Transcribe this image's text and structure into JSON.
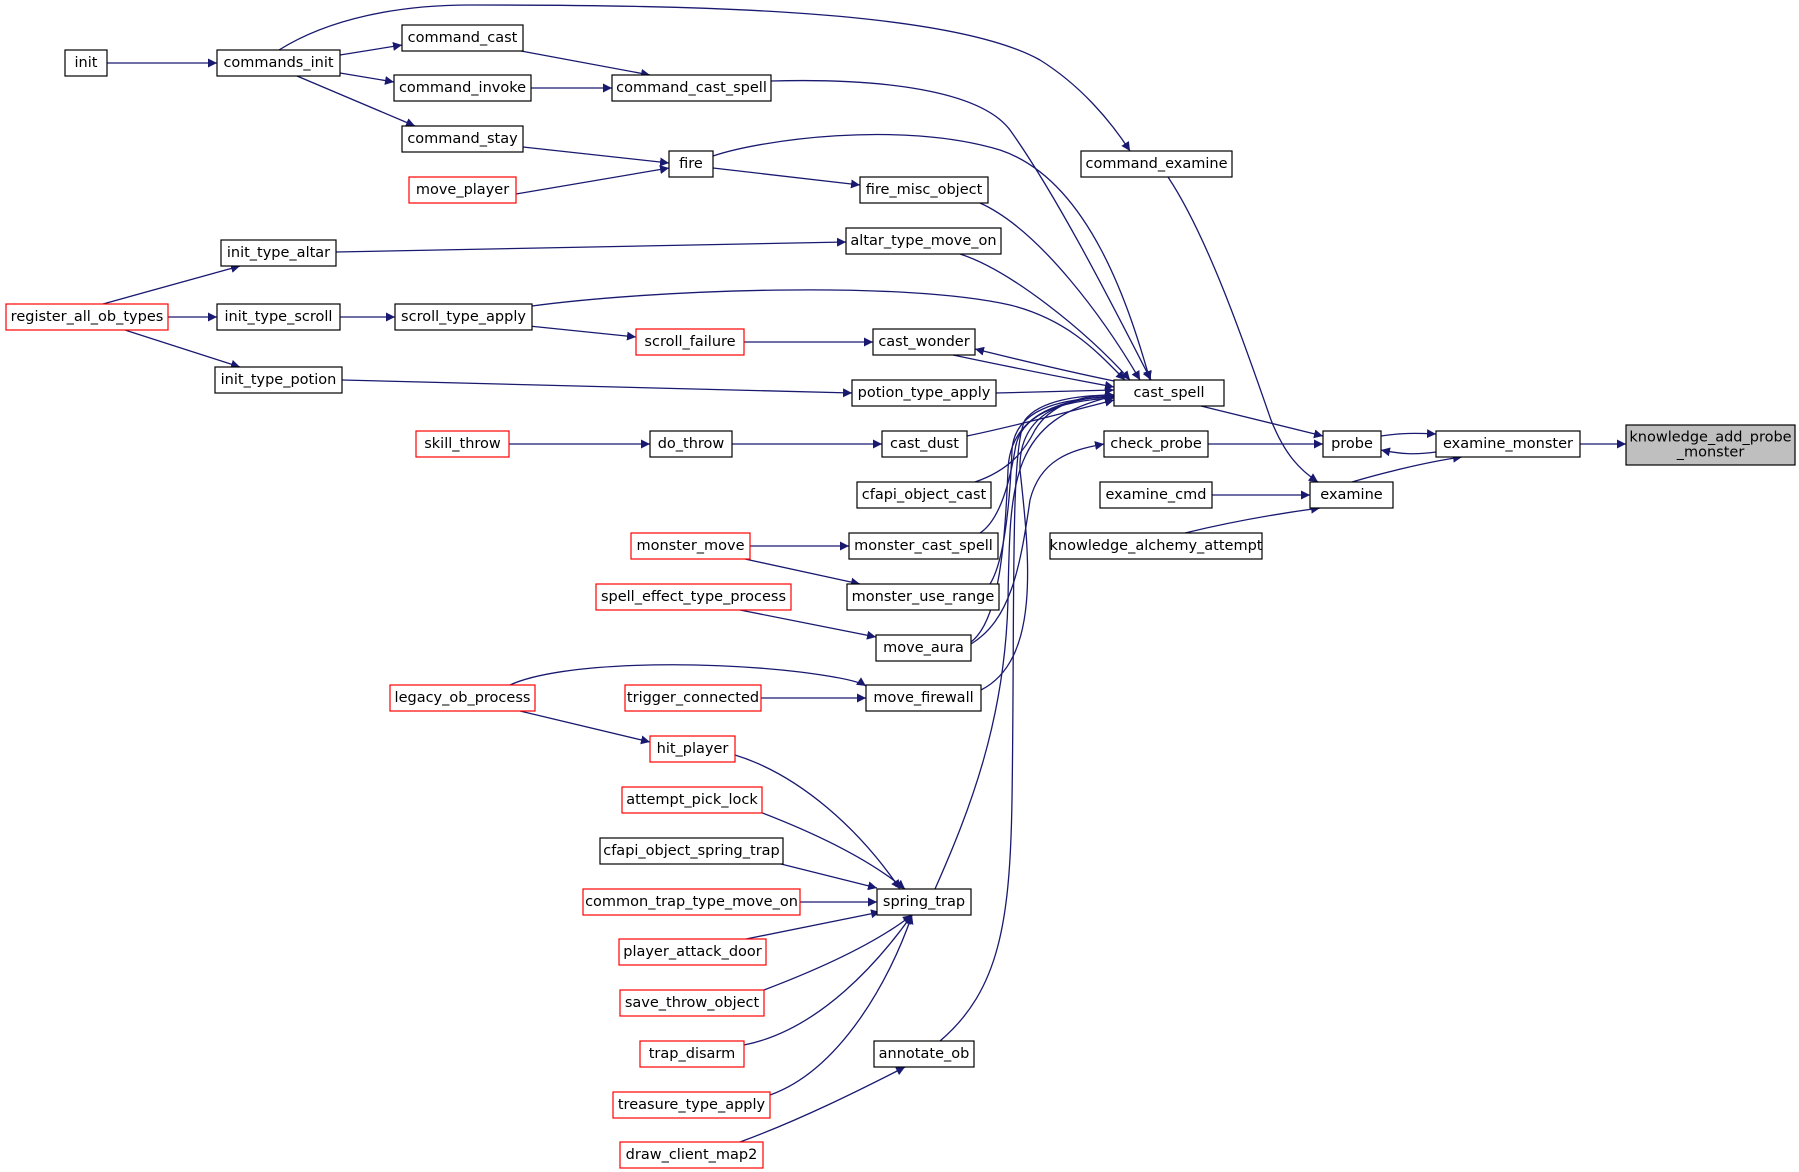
{
  "colors": {
    "edge": "#191970",
    "node_border": "#000000",
    "truncated_node_border": "#ff0000",
    "focus_fill": "#bfbfbf",
    "background": "#ffffff"
  },
  "nodes": {
    "kapm": {
      "label": "knowledge_add_probe\n_monster",
      "style": "focus"
    },
    "exmon": {
      "label": "examine_monster",
      "style": "normal"
    },
    "probe": {
      "label": "probe",
      "style": "normal"
    },
    "examine": {
      "label": "examine",
      "style": "normal"
    },
    "cast_spell": {
      "label": "cast_spell",
      "style": "normal"
    },
    "check_probe": {
      "label": "check_probe",
      "style": "normal"
    },
    "examine_cmd": {
      "label": "examine_cmd",
      "style": "normal"
    },
    "kaa": {
      "label": "knowledge_alchemy_attempt",
      "style": "normal"
    },
    "command_examine": {
      "label": "command_examine",
      "style": "normal"
    },
    "commands_init": {
      "label": "commands_init",
      "style": "normal"
    },
    "init": {
      "label": "init",
      "style": "normal"
    },
    "command_cast": {
      "label": "command_cast",
      "style": "normal"
    },
    "command_invoke": {
      "label": "command_invoke",
      "style": "normal"
    },
    "command_cast_spell": {
      "label": "command_cast_spell",
      "style": "normal"
    },
    "command_stay": {
      "label": "command_stay",
      "style": "normal"
    },
    "fire": {
      "label": "fire",
      "style": "normal"
    },
    "move_player": {
      "label": "move_player",
      "style": "truncated"
    },
    "fire_misc_object": {
      "label": "fire_misc_object",
      "style": "normal"
    },
    "init_type_altar": {
      "label": "init_type_altar",
      "style": "normal"
    },
    "altar_type_move_on": {
      "label": "altar_type_move_on",
      "style": "normal"
    },
    "register_all_ob_types": {
      "label": "register_all_ob_types",
      "style": "truncated"
    },
    "init_type_scroll": {
      "label": "init_type_scroll",
      "style": "normal"
    },
    "scroll_type_apply": {
      "label": "scroll_type_apply",
      "style": "normal"
    },
    "scroll_failure": {
      "label": "scroll_failure",
      "style": "truncated"
    },
    "cast_wonder": {
      "label": "cast_wonder",
      "style": "normal"
    },
    "init_type_potion": {
      "label": "init_type_potion",
      "style": "normal"
    },
    "potion_type_apply": {
      "label": "potion_type_apply",
      "style": "normal"
    },
    "skill_throw": {
      "label": "skill_throw",
      "style": "truncated"
    },
    "do_throw": {
      "label": "do_throw",
      "style": "normal"
    },
    "cast_dust": {
      "label": "cast_dust",
      "style": "normal"
    },
    "cfapi_object_cast": {
      "label": "cfapi_object_cast",
      "style": "normal"
    },
    "monster_move": {
      "label": "monster_move",
      "style": "truncated"
    },
    "monster_cast_spell": {
      "label": "monster_cast_spell",
      "style": "normal"
    },
    "spell_effect_type_process": {
      "label": "spell_effect_type_process",
      "style": "truncated"
    },
    "monster_use_range": {
      "label": "monster_use_range",
      "style": "normal"
    },
    "move_aura": {
      "label": "move_aura",
      "style": "normal"
    },
    "legacy_ob_process": {
      "label": "legacy_ob_process",
      "style": "truncated"
    },
    "trigger_connected": {
      "label": "trigger_connected",
      "style": "truncated"
    },
    "move_firewall": {
      "label": "move_firewall",
      "style": "normal"
    },
    "hit_player": {
      "label": "hit_player",
      "style": "truncated"
    },
    "attempt_pick_lock": {
      "label": "attempt_pick_lock",
      "style": "truncated"
    },
    "cfapi_object_spring_trap": {
      "label": "cfapi_object_spring_trap",
      "style": "normal"
    },
    "common_trap_type_move_on": {
      "label": "common_trap_type_move_on",
      "style": "truncated"
    },
    "spring_trap": {
      "label": "spring_trap",
      "style": "normal"
    },
    "player_attack_door": {
      "label": "player_attack_door",
      "style": "truncated"
    },
    "save_throw_object": {
      "label": "save_throw_object",
      "style": "truncated"
    },
    "trap_disarm": {
      "label": "trap_disarm",
      "style": "truncated"
    },
    "annotate_ob": {
      "label": "annotate_ob",
      "style": "normal"
    },
    "treasure_type_apply": {
      "label": "treasure_type_apply",
      "style": "truncated"
    },
    "draw_client_map2": {
      "label": "draw_client_map2",
      "style": "truncated"
    }
  },
  "edges": [
    {
      "from": "exmon",
      "to": "kapm"
    },
    {
      "from": "probe",
      "to": "exmon"
    },
    {
      "from": "exmon",
      "to": "probe"
    },
    {
      "from": "examine",
      "to": "exmon"
    },
    {
      "from": "cast_spell",
      "to": "probe"
    },
    {
      "from": "check_probe",
      "to": "probe"
    },
    {
      "from": "command_examine",
      "to": "examine"
    },
    {
      "from": "examine_cmd",
      "to": "examine"
    },
    {
      "from": "kaa",
      "to": "examine"
    },
    {
      "from": "commands_init",
      "to": "command_examine"
    },
    {
      "from": "init",
      "to": "commands_init"
    },
    {
      "from": "commands_init",
      "to": "command_cast"
    },
    {
      "from": "commands_init",
      "to": "command_invoke"
    },
    {
      "from": "commands_init",
      "to": "command_stay"
    },
    {
      "from": "command_cast",
      "to": "command_cast_spell"
    },
    {
      "from": "command_invoke",
      "to": "command_cast_spell"
    },
    {
      "from": "command_cast_spell",
      "to": "cast_spell"
    },
    {
      "from": "command_stay",
      "to": "fire"
    },
    {
      "from": "move_player",
      "to": "fire"
    },
    {
      "from": "fire",
      "to": "fire_misc_object"
    },
    {
      "from": "fire",
      "to": "cast_spell"
    },
    {
      "from": "fire_misc_object",
      "to": "cast_spell"
    },
    {
      "from": "register_all_ob_types",
      "to": "init_type_altar"
    },
    {
      "from": "register_all_ob_types",
      "to": "init_type_scroll"
    },
    {
      "from": "register_all_ob_types",
      "to": "init_type_potion"
    },
    {
      "from": "init_type_altar",
      "to": "altar_type_move_on"
    },
    {
      "from": "altar_type_move_on",
      "to": "cast_spell"
    },
    {
      "from": "init_type_scroll",
      "to": "scroll_type_apply"
    },
    {
      "from": "scroll_type_apply",
      "to": "cast_spell"
    },
    {
      "from": "scroll_type_apply",
      "to": "scroll_failure"
    },
    {
      "from": "scroll_failure",
      "to": "cast_wonder"
    },
    {
      "from": "cast_wonder",
      "to": "cast_spell"
    },
    {
      "from": "cast_spell",
      "to": "cast_wonder"
    },
    {
      "from": "init_type_potion",
      "to": "potion_type_apply"
    },
    {
      "from": "potion_type_apply",
      "to": "cast_spell"
    },
    {
      "from": "skill_throw",
      "to": "do_throw"
    },
    {
      "from": "do_throw",
      "to": "cast_dust"
    },
    {
      "from": "cast_dust",
      "to": "cast_spell"
    },
    {
      "from": "cfapi_object_cast",
      "to": "cast_spell"
    },
    {
      "from": "monster_move",
      "to": "monster_cast_spell"
    },
    {
      "from": "monster_move",
      "to": "monster_use_range"
    },
    {
      "from": "monster_cast_spell",
      "to": "cast_spell"
    },
    {
      "from": "monster_use_range",
      "to": "cast_spell"
    },
    {
      "from": "spell_effect_type_process",
      "to": "move_aura"
    },
    {
      "from": "move_aura",
      "to": "cast_spell"
    },
    {
      "from": "move_aura",
      "to": "check_probe"
    },
    {
      "from": "legacy_ob_process",
      "to": "move_firewall"
    },
    {
      "from": "legacy_ob_process",
      "to": "hit_player"
    },
    {
      "from": "trigger_connected",
      "to": "move_firewall"
    },
    {
      "from": "move_firewall",
      "to": "cast_spell"
    },
    {
      "from": "hit_player",
      "to": "spring_trap"
    },
    {
      "from": "attempt_pick_lock",
      "to": "spring_trap"
    },
    {
      "from": "cfapi_object_spring_trap",
      "to": "spring_trap"
    },
    {
      "from": "common_trap_type_move_on",
      "to": "spring_trap"
    },
    {
      "from": "player_attack_door",
      "to": "spring_trap"
    },
    {
      "from": "save_throw_object",
      "to": "spring_trap"
    },
    {
      "from": "trap_disarm",
      "to": "spring_trap"
    },
    {
      "from": "treasure_type_apply",
      "to": "spring_trap"
    },
    {
      "from": "spring_trap",
      "to": "cast_spell"
    },
    {
      "from": "draw_client_map2",
      "to": "annotate_ob"
    },
    {
      "from": "annotate_ob",
      "to": "cast_spell"
    }
  ]
}
